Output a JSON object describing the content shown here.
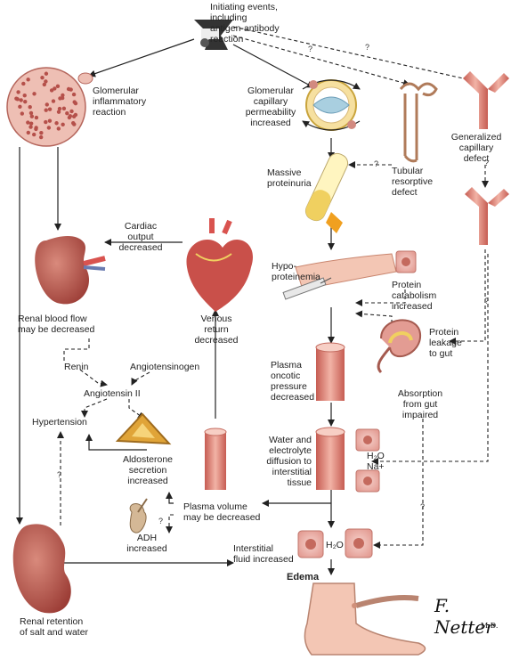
{
  "labels": {
    "initiating": "Initiating events,\nincluding\nantigen-antibody\nreaction",
    "glomerular_inflammatory": "Glomerular\ninflammatory\nreaction",
    "glomerular_permeability": "Glomerular\ncapillary\npermeability\nincreased",
    "generalized_defect": "Generalized\ncapillary\ndefect",
    "massive_proteinuria": "Massive\nproteinuria",
    "tubular_defect": "Tubular\nresorptive\ndefect",
    "cardiac_output": "Cardiac\noutput\ndecreased",
    "hypoproteinemia": "Hypo-\nproteinemia",
    "protein_catabolism": "Protein\ncatabolism\nincreased",
    "renal_blood_flow": "Renal blood flow\nmay be decreased",
    "venous_return": "Venous\nreturn\ndecreased",
    "protein_leakage": "Protein\nleakage\nto gut",
    "renin": "Renin",
    "angiotensinogen": "Angiotensinogen",
    "plasma_oncotic": "Plasma\noncotic\npressure\ndecreased",
    "angiotensin_ii": "Angiotensin II",
    "absorption_impaired": "Absorption\nfrom gut\nimpaired",
    "hypertension": "Hypertension",
    "aldosterone": "Aldosterone\nsecretion\nincreased",
    "water_diffusion": "Water and\nelectrolyte\ndiffusion to\ninterstitial\ntissue",
    "h2o_a": "H₂O",
    "na_plus": "Na+",
    "plasma_volume": "Plasma volume\nmay be decreased",
    "adh": "ADH\nincreased",
    "interstitial_fluid": "Interstitial\nfluid increased",
    "h2o_b": "H₂O",
    "edema": "Edema",
    "renal_retention": "Renal retention\nof salt and water"
  },
  "question_mark": "?",
  "signature": {
    "name": "F. Netter",
    "suffix": "M.D."
  },
  "colors": {
    "flesh": "#e8a89a",
    "flesh_dark": "#c46a5e",
    "vessel": "#d9534f",
    "kidney": "#b5504a",
    "yellow": "#f0d060",
    "arrow": "#222222"
  }
}
